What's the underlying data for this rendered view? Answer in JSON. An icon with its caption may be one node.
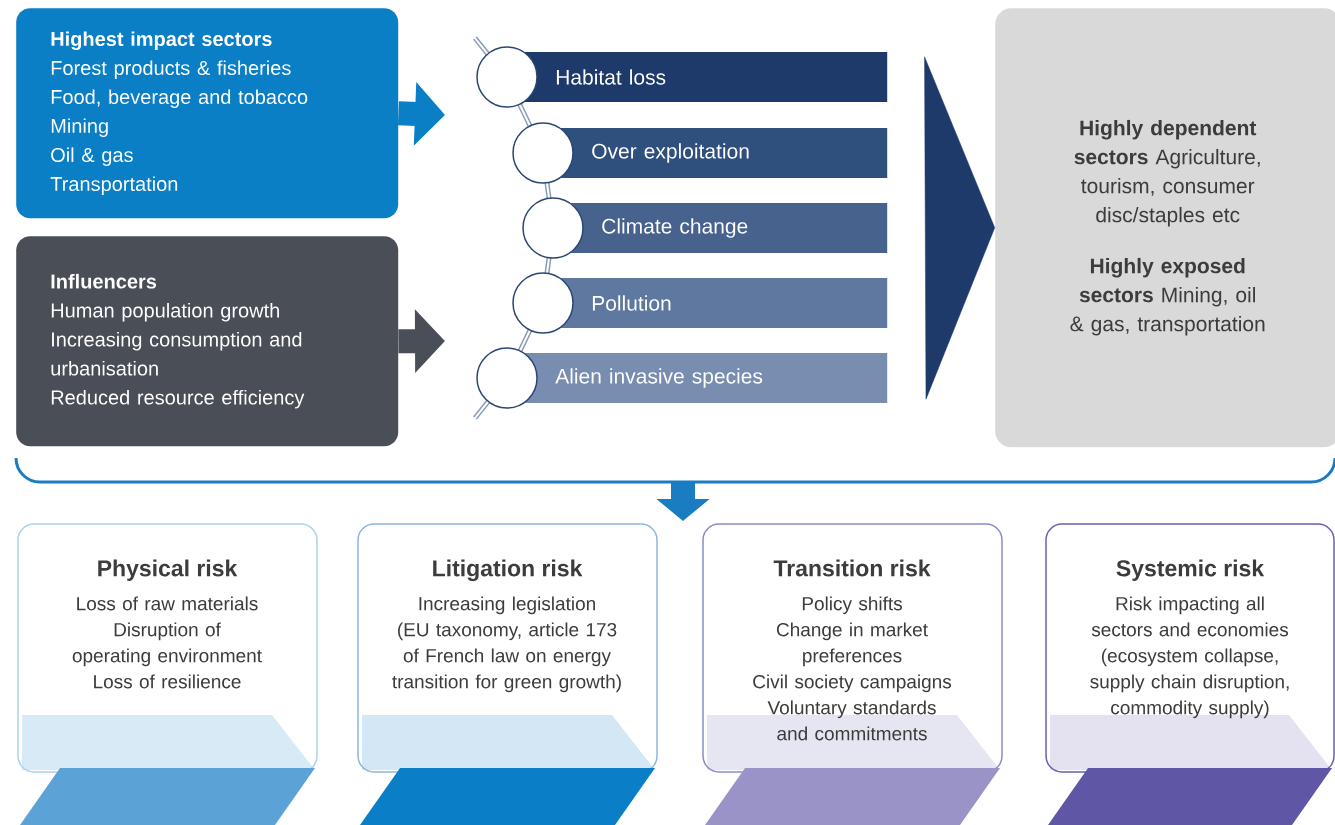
{
  "diagram": {
    "nodes": [
      {
        "text": [
          "Highest impact sectors",
          "Forest products & fisheries",
          "Food, beverage and tobacco",
          "Mining",
          "Oil & gas",
          "Transportation"
        ]
      },
      {
        "text": [
          "Influencers",
          "Human population growth",
          "Increasing consumption and urbanisation",
          "Reduced resource efficiency"
        ]
      },
      {
        "text": [
          "Habitat loss"
        ]
      },
      {
        "text": [
          "Over exploitation"
        ]
      },
      {
        "text": [
          "Climate change"
        ]
      },
      {
        "text": [
          "Pollution"
        ]
      },
      {
        "text": [
          "Alien invasive species"
        ]
      },
      {
        "text": [
          "**Highly dependent sectors** Agriculture, tourism, consumer disc/staples etc",
          "**Highly exposed sectors** Mining, oil & gas, transportation"
        ]
      },
      {
        "text": [
          "Physical risk",
          "Loss of raw materials",
          "Disruption of operating environment",
          "Loss of resilience"
        ]
      },
      {
        "text": [
          "Litigation risk",
          "Increasing legislation",
          "(EU taxonomy, article 173 of French law on energy transition for green growth)"
        ]
      },
      {
        "text": [
          "Transition risk",
          "Policy shifts",
          "Change in market preferences",
          "Civil society campaigns",
          "Voluntary standards and commitments"
        ]
      },
      {
        "text": [
          "Systemic risk",
          "Risk impacting all sectors and economies",
          "(ecosystem collapse, supply chain disruption, commodity supply)"
        ]
      }
    ],
    "edges": [
      {
        "from": 0,
        "to": null,
        "arrow": "to",
        "color": "#0b7fc6"
      },
      {
        "from": 1,
        "to": null,
        "arrow": "to",
        "color": "#4a4e57"
      },
      {
        "from": null,
        "to": 7,
        "arrow": "to",
        "color": "#1e3a6a"
      }
    ]
  }
}
